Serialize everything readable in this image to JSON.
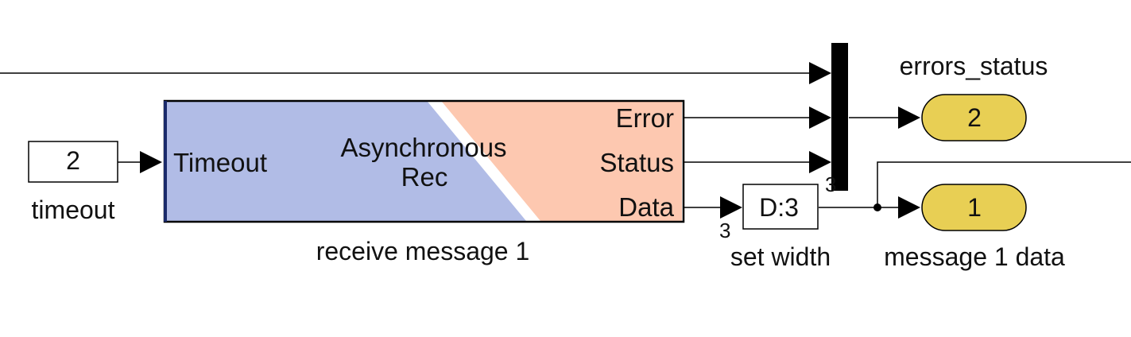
{
  "blocks": {
    "timeout_const": {
      "value": "2",
      "caption": "timeout"
    },
    "receiver": {
      "title_line1": "Asynchronous",
      "title_line2": "Rec",
      "caption": "receive message 1",
      "ports_in": [
        "Timeout"
      ],
      "ports_out": [
        "Error",
        "Status",
        "Data"
      ]
    },
    "set_width": {
      "label": "D:3",
      "caption": "set width",
      "width_annotation": "3"
    },
    "mux": {
      "width_annotation": "3"
    },
    "outport_errors": {
      "number": "2",
      "caption": "errors_status"
    },
    "outport_data": {
      "number": "1",
      "caption": "message 1 data"
    }
  },
  "colors": {
    "receiver_left": "#b1bce6",
    "receiver_right": "#fdc8b0",
    "outport_fill": "#e8cf54",
    "line": "#000000"
  }
}
